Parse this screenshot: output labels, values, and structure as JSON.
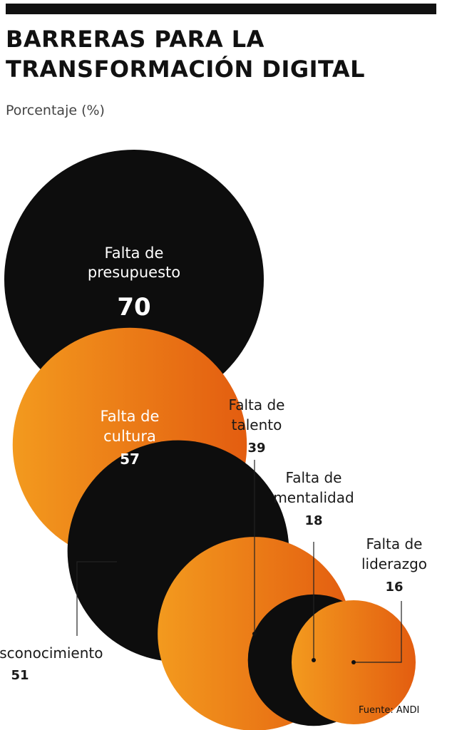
{
  "title_line1": "BARRERAS PARA LA",
  "title_line2": "TRANSFORMACIÓN DIGITAL",
  "subtitle": "Porcentaje (%)",
  "source": "Fuente: ANDI",
  "colors": {
    "black": "#0d0d0d",
    "orange_light": "#f39a1e",
    "orange_dark": "#e35d10",
    "text": "#1a1a1a"
  },
  "chart_data": {
    "type": "bubble",
    "unit": "%",
    "items": [
      {
        "label_lines": [
          "Falta de",
          "presupuesto"
        ],
        "value": 70,
        "color": "black"
      },
      {
        "label_lines": [
          "Falta de",
          "cultura"
        ],
        "value": 57,
        "color": "orange"
      },
      {
        "label_lines": [
          "Desconocimiento"
        ],
        "value": 51,
        "color": "black"
      },
      {
        "label_lines": [
          "Falta de",
          "talento"
        ],
        "value": 39,
        "color": "orange"
      },
      {
        "label_lines": [
          "Falta de",
          "mentalidad"
        ],
        "value": 18,
        "color": "black"
      },
      {
        "label_lines": [
          "Falta de",
          "liderazgo"
        ],
        "value": 16,
        "color": "orange"
      }
    ]
  }
}
